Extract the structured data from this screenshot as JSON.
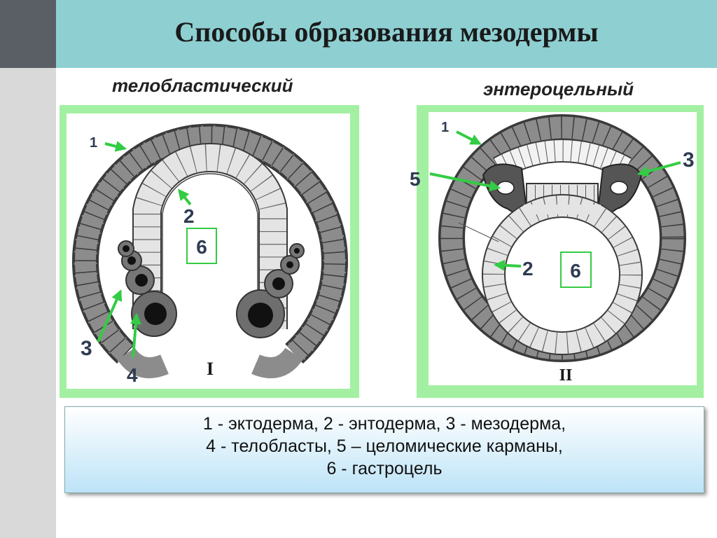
{
  "title": "Способы образования мезодермы",
  "left_diagram": {
    "subtitle": "телобластический",
    "roman": "I",
    "labels": [
      "1",
      "2",
      "3",
      "4",
      "6"
    ]
  },
  "right_diagram": {
    "subtitle": "энтероцельный",
    "roman": "II",
    "labels": [
      "1",
      "2",
      "3",
      "5",
      "6"
    ]
  },
  "legend": {
    "line1": "1 - эктодерма,  2 - энтодерма, 3 - мезодерма,",
    "line2": "4 - телобласты,  5 – целомические карманы,",
    "line3": "6 - гастроцель"
  },
  "colors": {
    "title_band": "#8ecfd2",
    "panel_green": "#a3f0a3",
    "arrow_green": "#33cc44",
    "ectoderm": "#8c8c8c",
    "endoderm": "#e4e4e4",
    "mesoderm": "#666666"
  }
}
